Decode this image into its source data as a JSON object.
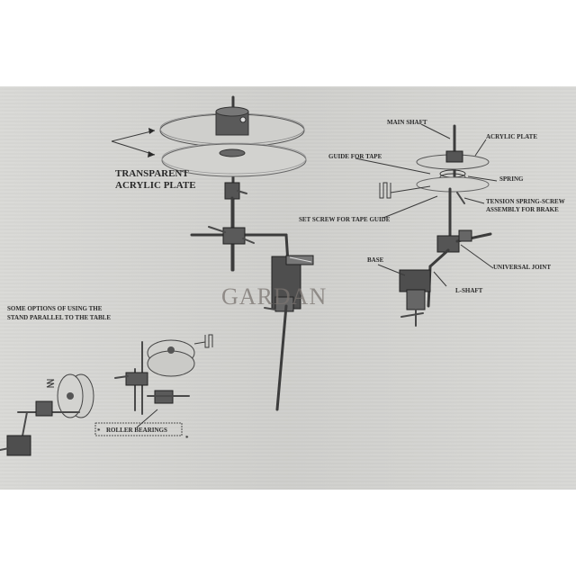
{
  "labels": {
    "transparent_line1": "TRANSPARENT",
    "transparent_line2": "ACRYLIC PLATE",
    "main_shaft": "MAIN SHAFT",
    "acrylic_plate": "ACRYLIC PLATE",
    "guide_for_tape": "GUIDE FOR TAPE",
    "spring": "SPRING",
    "tension_line1": "TENSION SPRING-SCREW",
    "tension_line2": "ASSEMBLY FOR BRAKE",
    "set_screw": "SET SCREW FOR TAPE GUIDE",
    "base": "BASE",
    "universal_joint": "UNIVERSAL JOINT",
    "l_shaft": "L-SHAFT",
    "options_line1": "SOME OPTIONS OF USING THE",
    "options_line2": "STAND PARALLEL TO THE TABLE",
    "roller_bearings": "ROLLER BEARINGS",
    "watermark": "GARDAN"
  },
  "colors": {
    "paper": "#d6d6d3",
    "ink": "#2a2a2a",
    "watermark": "#7a7470"
  }
}
